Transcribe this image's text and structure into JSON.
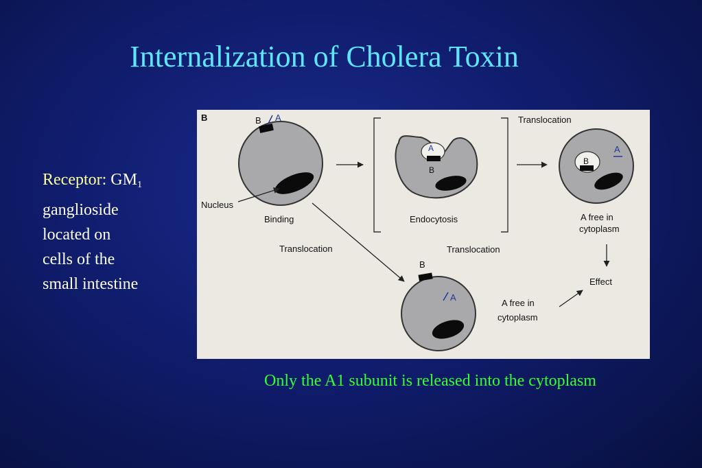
{
  "slide": {
    "title": "Internalization of Cholera Toxin",
    "caption": "Only the A1 subunit is released into the cytoplasm"
  },
  "side": {
    "label": "Receptor:",
    "gm": "GM",
    "gm_subscript": "1",
    "lines": [
      "ganglioside",
      "located on",
      "cells of the",
      "small intestine"
    ]
  },
  "figure": {
    "panel_letter": "B",
    "labels": {
      "b1": "B",
      "a1": "A",
      "nucleus": "Nucleus",
      "binding": "Binding",
      "translocation_left": "Translocation",
      "translocation_top": "Translocation",
      "translocation_mid": "Translocation",
      "endo_a": "A",
      "endo_b": "B",
      "endocytosis": "Endocytosis",
      "right_b": "B",
      "right_a": "A",
      "right_free_1": "A free in",
      "right_free_2": "cytoplasm",
      "effect": "Effect",
      "bottom_b": "B",
      "bottom_a": "A",
      "bottom_free_1": "A free in",
      "bottom_free_2": "cytoplasm"
    },
    "colors": {
      "cell_fill": "#a9a9ab",
      "nucleus_fill": "#0b0b0b",
      "subunit_a": "#23379a",
      "panel_bg": "#ece9e3"
    }
  }
}
